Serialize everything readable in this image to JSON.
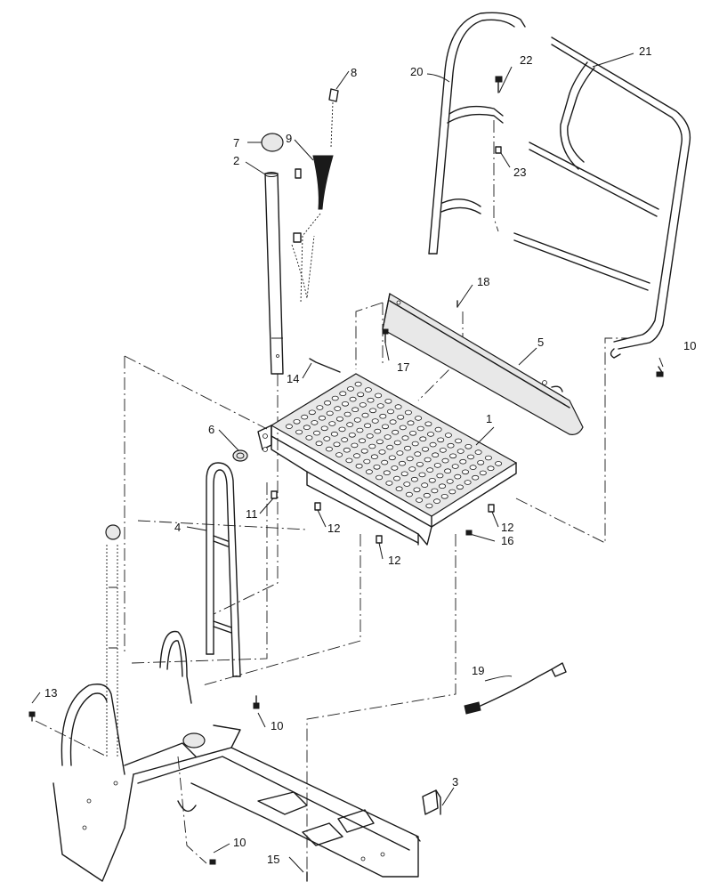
{
  "callouts": {
    "c1": "1",
    "c2": "2",
    "c3": "3",
    "c4": "4",
    "c5": "5",
    "c6": "6",
    "c7": "7",
    "c8": "8",
    "c9": "9",
    "c10a": "10",
    "c10b": "10",
    "c10c": "10",
    "c11": "11",
    "c12a": "12",
    "c12b": "12",
    "c12c": "12",
    "c13": "13",
    "c14": "14",
    "c15": "15",
    "c16": "16",
    "c17": "17",
    "c18": "18",
    "c19": "19",
    "c20": "20",
    "c21": "21",
    "c22": "22",
    "c23": "23"
  }
}
